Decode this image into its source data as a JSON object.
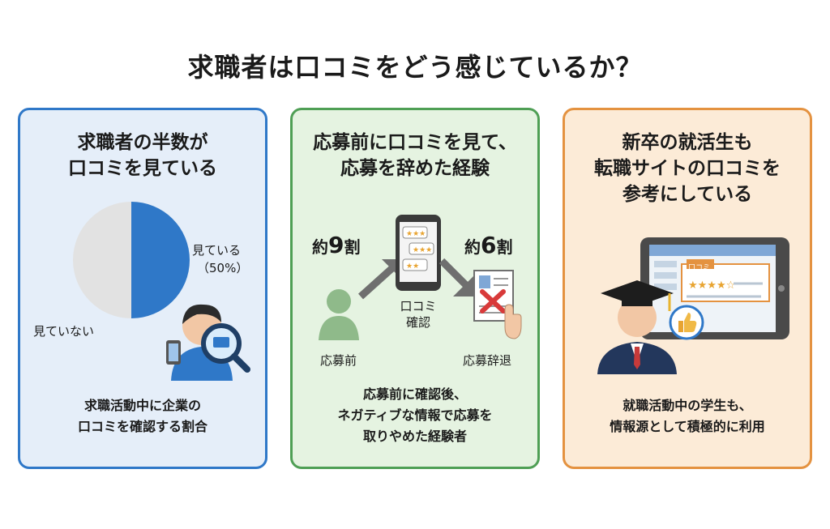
{
  "title": "求職者は口コミをどう感じているか？",
  "panels": [
    {
      "heading_line1": "求職者の半数が",
      "heading_line2": "口コミを見ている",
      "pie": {
        "seen_label": "見ている",
        "seen_pct": "（50%）",
        "not_seen_label": "見ていない",
        "seen_value": 50,
        "not_seen_value": 50
      },
      "caption_line1": "求職活動中に企業の",
      "caption_line2": "口コミを確認する割合"
    },
    {
      "heading_line1": "応募前に口コミを見て、",
      "heading_line2": "応募を辞めた経験",
      "before_label": "応募前",
      "phone_label_line1": "口コミ",
      "phone_label_line2": "確認",
      "after_label": "応募辞退",
      "stat1_prefix": "約",
      "stat1_number": "9",
      "stat1_suffix": "割",
      "stat2_prefix": "約",
      "stat2_number": "6",
      "stat2_suffix": "割",
      "caption_line1": "応募前に確認後、",
      "caption_line2": "ネガティブな情報で応募を",
      "caption_line3": "取りやめた経験者"
    },
    {
      "heading_line1": "新卒の就活生も",
      "heading_line2": "転職サイトの口コミを",
      "heading_line3": "参考にしている",
      "tablet_tag": "口コミ",
      "caption_line1": "就職活動中の学生も、",
      "caption_line2": "情報源として積極的に利用"
    }
  ],
  "colors": {
    "blue": "#2f78c8",
    "green": "#4f9f55",
    "orange": "#e49240"
  }
}
